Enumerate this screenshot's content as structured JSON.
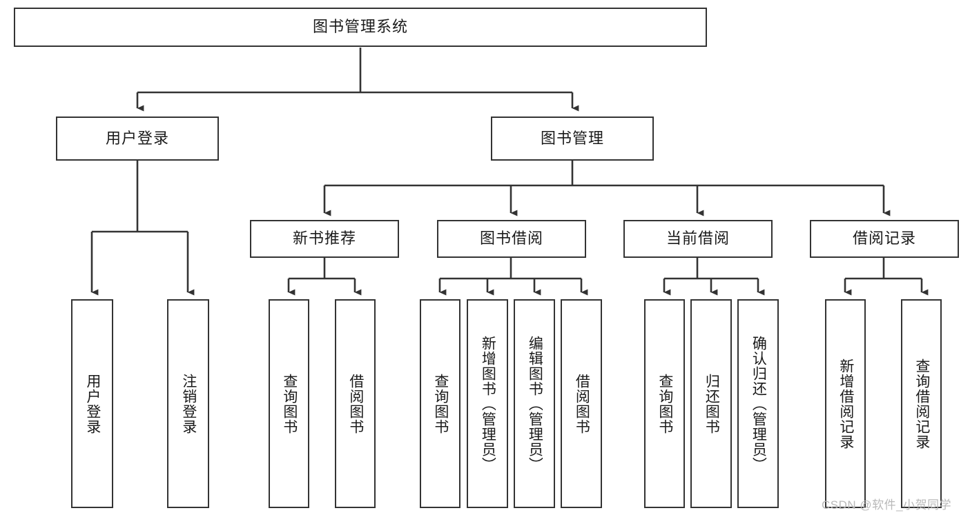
{
  "diagram": {
    "title": "图书管理系统",
    "type": "functional-structure-tree",
    "orientation": "top-down",
    "accent_colors": {
      "box_border": "#333333",
      "box_fill": "#ffffff",
      "connector": "#333333",
      "text": "#1a1a1a",
      "watermark": "#b9b9b9"
    },
    "levels": [
      {
        "level": 1,
        "nodes": [
          {
            "id": "root",
            "label": "图书管理系统",
            "text_mode": "horizontal"
          }
        ]
      },
      {
        "level": 2,
        "nodes": [
          {
            "id": "user-login",
            "label": "用户登录",
            "text_mode": "horizontal",
            "parent": "root"
          },
          {
            "id": "book-manage",
            "label": "图书管理",
            "text_mode": "horizontal",
            "parent": "root"
          }
        ]
      },
      {
        "level": 3,
        "nodes": [
          {
            "id": "new-book-recommend",
            "label": "新书推荐",
            "text_mode": "horizontal",
            "parent": "book-manage"
          },
          {
            "id": "book-borrow",
            "label": "图书借阅",
            "text_mode": "horizontal",
            "parent": "book-manage"
          },
          {
            "id": "current-borrow",
            "label": "当前借阅",
            "text_mode": "horizontal",
            "parent": "book-manage"
          },
          {
            "id": "borrow-record",
            "label": "借阅记录",
            "text_mode": "horizontal",
            "parent": "book-manage"
          }
        ]
      },
      {
        "level": 4,
        "nodes": [
          {
            "id": "leaf-user-login",
            "label": "用户登录",
            "text_mode": "vertical",
            "parent": "user-login"
          },
          {
            "id": "leaf-logout-login",
            "label": "注销登录",
            "text_mode": "vertical",
            "parent": "user-login"
          },
          {
            "id": "leaf-query-book-1",
            "label": "查询图书",
            "text_mode": "vertical",
            "parent": "new-book-recommend"
          },
          {
            "id": "leaf-borrow-book-1",
            "label": "借阅图书",
            "text_mode": "vertical",
            "parent": "new-book-recommend"
          },
          {
            "id": "leaf-query-book-2",
            "label": "查询图书",
            "text_mode": "vertical",
            "parent": "book-borrow"
          },
          {
            "id": "leaf-add-book",
            "label": "新增图书（管理员）",
            "text_mode": "vertical",
            "parent": "book-borrow"
          },
          {
            "id": "leaf-edit-book",
            "label": "编辑图书（管理员）",
            "text_mode": "vertical",
            "parent": "book-borrow"
          },
          {
            "id": "leaf-borrow-book-2",
            "label": "借阅图书",
            "text_mode": "vertical",
            "parent": "book-borrow"
          },
          {
            "id": "leaf-query-book-3",
            "label": "查询图书",
            "text_mode": "vertical",
            "parent": "current-borrow"
          },
          {
            "id": "leaf-return-book",
            "label": "归还图书",
            "text_mode": "vertical",
            "parent": "current-borrow"
          },
          {
            "id": "leaf-confirm-return",
            "label": "确认归还（管理员）",
            "text_mode": "vertical",
            "parent": "current-borrow"
          },
          {
            "id": "leaf-add-record",
            "label": "新增借阅记录",
            "text_mode": "vertical",
            "parent": "borrow-record"
          },
          {
            "id": "leaf-query-record",
            "label": "查询借阅记录",
            "text_mode": "vertical",
            "parent": "borrow-record"
          }
        ]
      }
    ]
  },
  "watermark": {
    "text": "CSDN @软件_小贺同学"
  }
}
